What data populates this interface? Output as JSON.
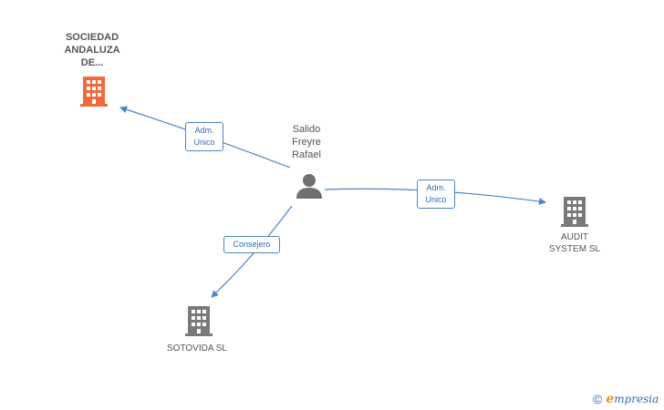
{
  "colors": {
    "edge": "#4a86c8",
    "highlight_company": "#f26a3b",
    "company": "#7a7a7a",
    "person": "#6f6f6f"
  },
  "nodes": {
    "person": {
      "name_lines": [
        "Salido",
        "Freyre",
        "Rafael"
      ],
      "icon": "person-icon"
    },
    "sociedad_andaluza": {
      "name_lines": [
        "SOCIEDAD",
        "ANDALUZA",
        "DE..."
      ],
      "icon": "building-icon",
      "highlight": true
    },
    "audit_system": {
      "name_lines": [
        "AUDIT",
        "SYSTEM SL"
      ],
      "icon": "building-icon"
    },
    "sotovida": {
      "name_lines": [
        "SOTOVIDA SL"
      ],
      "icon": "building-icon"
    }
  },
  "edges": {
    "to_sociedad": {
      "label_lines": [
        "Adm.",
        "Unico"
      ]
    },
    "to_audit": {
      "label_lines": [
        "Adm.",
        "Unico"
      ]
    },
    "to_sotovida": {
      "label_lines": [
        "Consejero"
      ]
    }
  },
  "brand": {
    "copyright": "©",
    "e": "e",
    "rest": "mpresia"
  }
}
